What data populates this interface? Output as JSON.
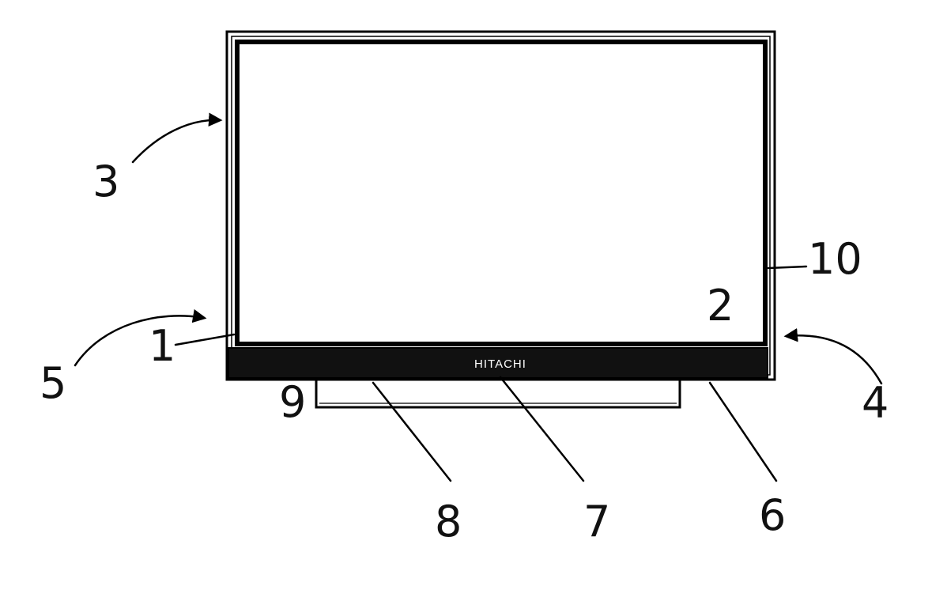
{
  "brand_label": "HITACHI",
  "reference_numerals": {
    "n1": "1",
    "n2": "2",
    "n3": "3",
    "n4": "4",
    "n5": "5",
    "n6": "6",
    "n7": "7",
    "n8": "8",
    "n9": "9",
    "n10": "10"
  },
  "colors": {
    "line": "#000000",
    "bezel": "#111111",
    "background": "#ffffff"
  }
}
